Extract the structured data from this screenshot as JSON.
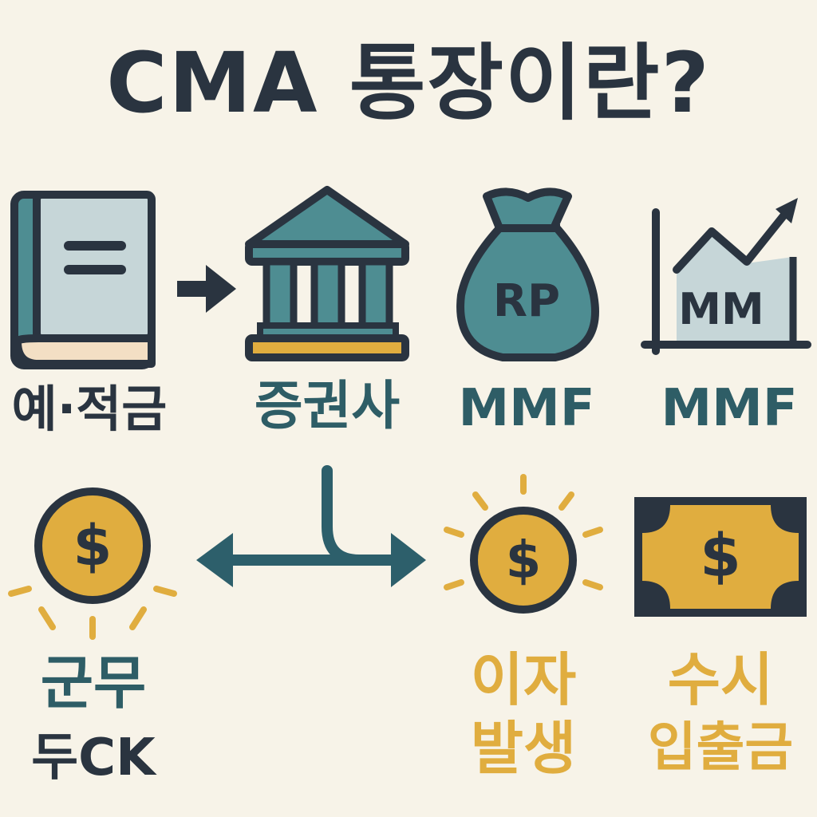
{
  "title": "CMA 통장이란?",
  "labels": {
    "savings": "예·적금",
    "securities": "증권사",
    "mmf_bag": "MMF",
    "mmf_chart": "MMF",
    "left_coin_line1": "군무",
    "left_coin_line2": "두CK",
    "interest_line1": "이자",
    "interest_line2": "발생",
    "access_line1": "수시",
    "access_line2": "입출금"
  },
  "icon_text": {
    "bag": "RP",
    "chart": "MM",
    "coin_symbol": "$"
  },
  "colors": {
    "dark": "#2a3440",
    "teal": "#4e8d92",
    "teal_text": "#2e5d66",
    "gold": "#e0ad3f",
    "light_blue": "#c6d6d8",
    "background": "#f7f3e8"
  }
}
